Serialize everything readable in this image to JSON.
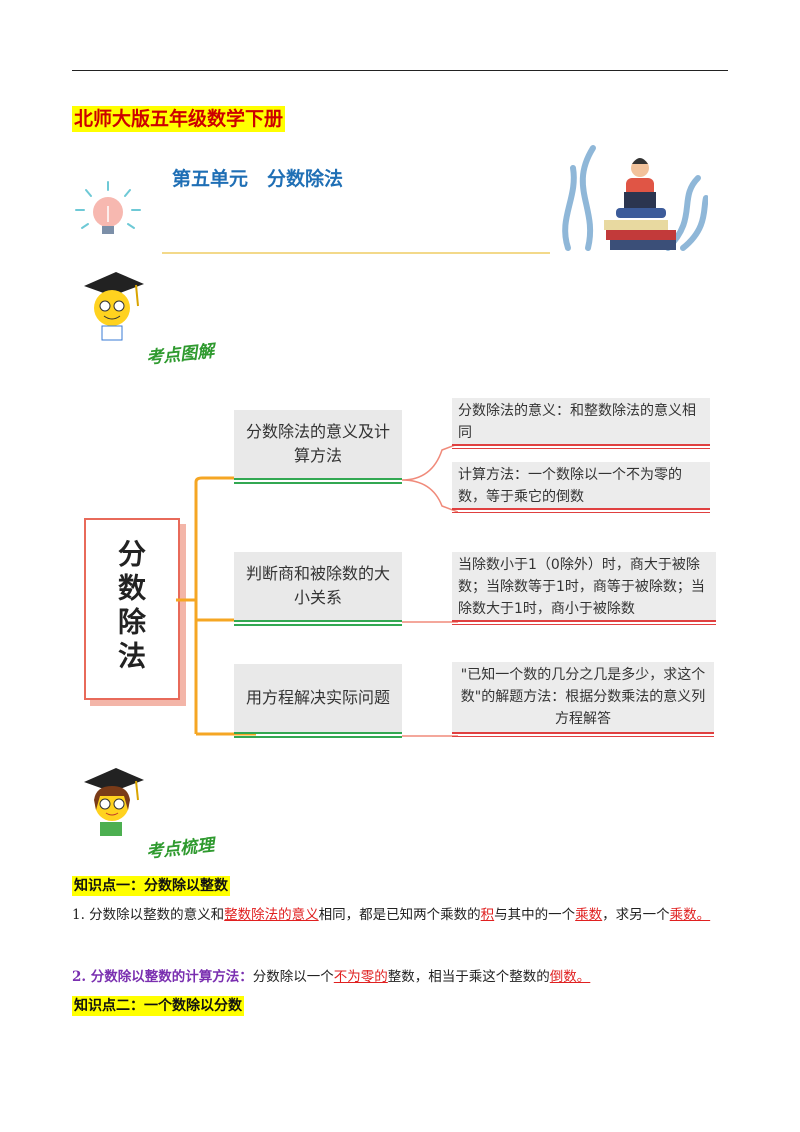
{
  "header": {
    "book_title": "北师大版五年级数学下册",
    "unit_title": "第五单元　分数除法"
  },
  "sections": {
    "map_label": "考点图解",
    "review_label": "考点梳理"
  },
  "mindmap": {
    "center": "分数除法",
    "branches": [
      {
        "topic": "分数除法的意义及计算方法",
        "leaves": [
          "分数除法的意义：和整数除法的意义相同",
          "计算方法：一个数除以一个不为零的数，等于乘它的倒数"
        ]
      },
      {
        "topic": "判断商和被除数的大小关系",
        "leaves": [
          "当除数小于1（0除外）时，商大于被除数；当除数等于1时，商等于被除数；当除数大于1时，商小于被除数"
        ]
      },
      {
        "topic": "用方程解决实际问题",
        "leaves": [
          "\"已知一个数的几分之几是多少，求这个数\"的解题方法：根据分数乘法的意义列方程解答"
        ]
      }
    ]
  },
  "knowledge": {
    "kp1_title": "知识点一：分数除以整数",
    "p1": {
      "a": "1.  分数除以整数的意义和",
      "b": "整数除法的意义",
      "c": "相同，都是已知两个乘数的",
      "d": "积",
      "e": "与其中的一个",
      "f": "乘数",
      "g": "，求另一个",
      "h": "乘数。"
    },
    "p2": {
      "a": "2.  分数除以整数的计算方法：",
      "b": "分数除以一个",
      "c": "不为零的",
      "d": "整数，相当于乘这个整数的",
      "e": "倒数。"
    },
    "kp2_title": "知识点二：一个数除以分数"
  },
  "colors": {
    "title_red": "#cc0000",
    "highlight": "#ffff00",
    "unit_blue": "#1f6fb5",
    "section_green": "#2f9a2f",
    "answer_red": "#e02020"
  }
}
